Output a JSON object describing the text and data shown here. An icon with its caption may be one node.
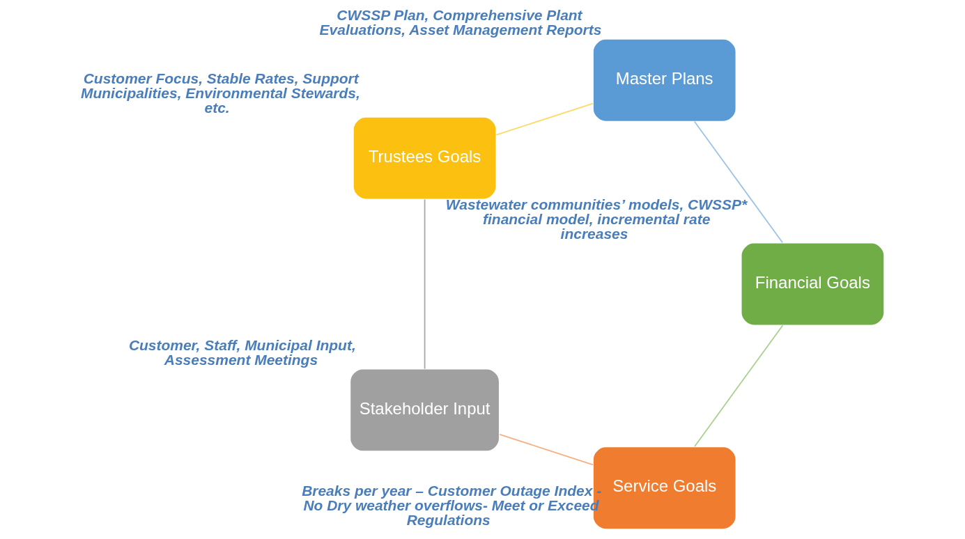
{
  "diagram": {
    "nodes": [
      {
        "text": [
          "Service Goals"
        ],
        "beside": [
          "Breaks per year – Customer Outage Index - No Dry weather overflows- Meet or Exceed Regulations"
        ]
      },
      {
        "text": [
          "Stakeholder Input"
        ],
        "beside": [
          "Customer, Staff, Municipal Input, Assessment Meetings"
        ]
      },
      {
        "text": [
          "Trustees Goals"
        ],
        "beside": [
          "Customer Focus, Stable Rates, Support Municipalities, Environmental Stewards, etc."
        ]
      },
      {
        "text": [
          "Master Plans"
        ],
        "beside": [
          "CWSSP Plan, Comprehensive Plant Evaluations, Asset Management Reports"
        ]
      },
      {
        "text": [
          "Financial Goals"
        ],
        "beside": [
          "Wastewater communities’ models, CWSSP* financial model, incremental rate increases"
        ]
      }
    ],
    "edges": [
      {
        "from": 0,
        "to": 1,
        "arrow": "none",
        "color": "#f4b183"
      },
      {
        "from": 1,
        "to": 2,
        "arrow": "none",
        "color": "#a6a6a6"
      },
      {
        "from": 2,
        "to": 3,
        "arrow": "none",
        "color": "#ffd966"
      },
      {
        "from": 3,
        "to": 4,
        "arrow": "none",
        "color": "#9dc3e6"
      },
      {
        "from": 4,
        "to": 0,
        "arrow": "none",
        "color": "#a9d18e"
      }
    ]
  }
}
